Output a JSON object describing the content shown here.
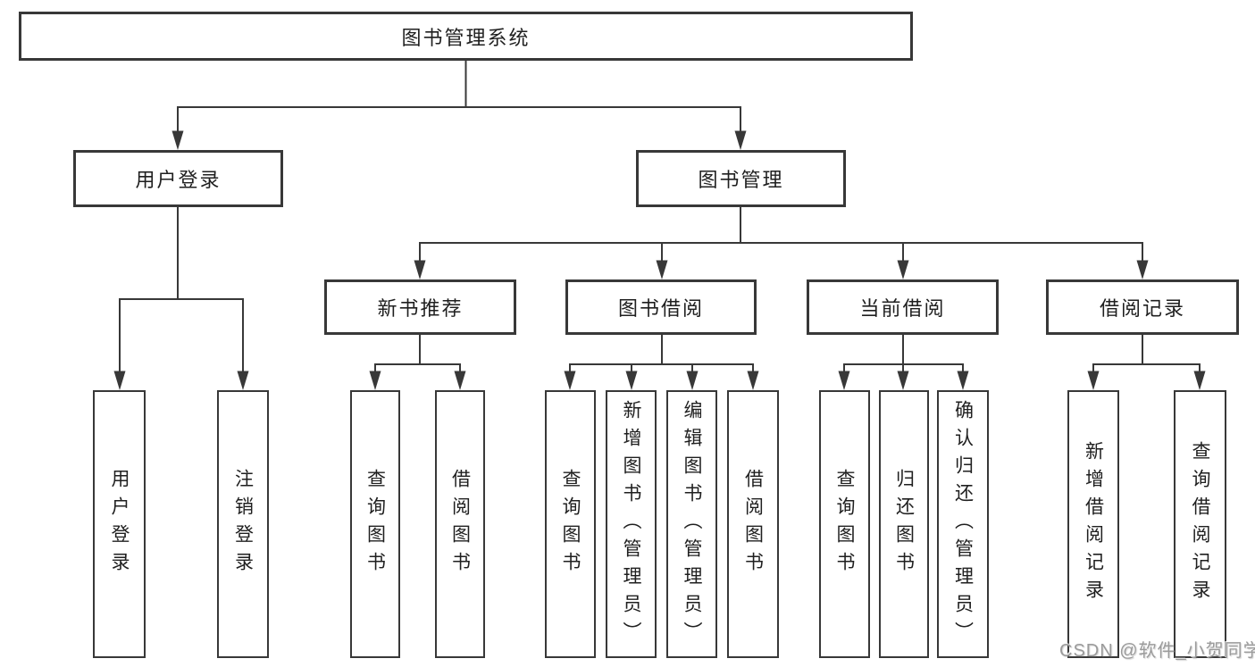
{
  "diagram": {
    "root": {
      "label": "图书管理系统"
    },
    "branches": [
      {
        "label": "用户登录",
        "children": [
          {
            "label": "用户登录"
          },
          {
            "label": "注销登录"
          }
        ]
      },
      {
        "label": "图书管理",
        "children": [
          {
            "label": "新书推荐",
            "children": [
              {
                "label": "查询图书"
              },
              {
                "label": "借阅图书"
              }
            ]
          },
          {
            "label": "图书借阅",
            "children": [
              {
                "label": "查询图书"
              },
              {
                "label": "新增图书（管理员）"
              },
              {
                "label": "编辑图书（管理员）"
              },
              {
                "label": "借阅图书"
              }
            ]
          },
          {
            "label": "当前借阅",
            "children": [
              {
                "label": "查询图书"
              },
              {
                "label": "归还图书"
              },
              {
                "label": "确认归还（管理员）"
              }
            ]
          },
          {
            "label": "借阅记录",
            "children": [
              {
                "label": "新增借阅记录"
              },
              {
                "label": "查询借阅记录"
              }
            ]
          }
        ]
      }
    ]
  },
  "watermark": {
    "text": "CSDN @软件_小贺同学"
  },
  "colors": {
    "line": "#383838",
    "text": "#1f1f1f",
    "background": "#ffffff",
    "watermark": "#9b9b9b"
  }
}
